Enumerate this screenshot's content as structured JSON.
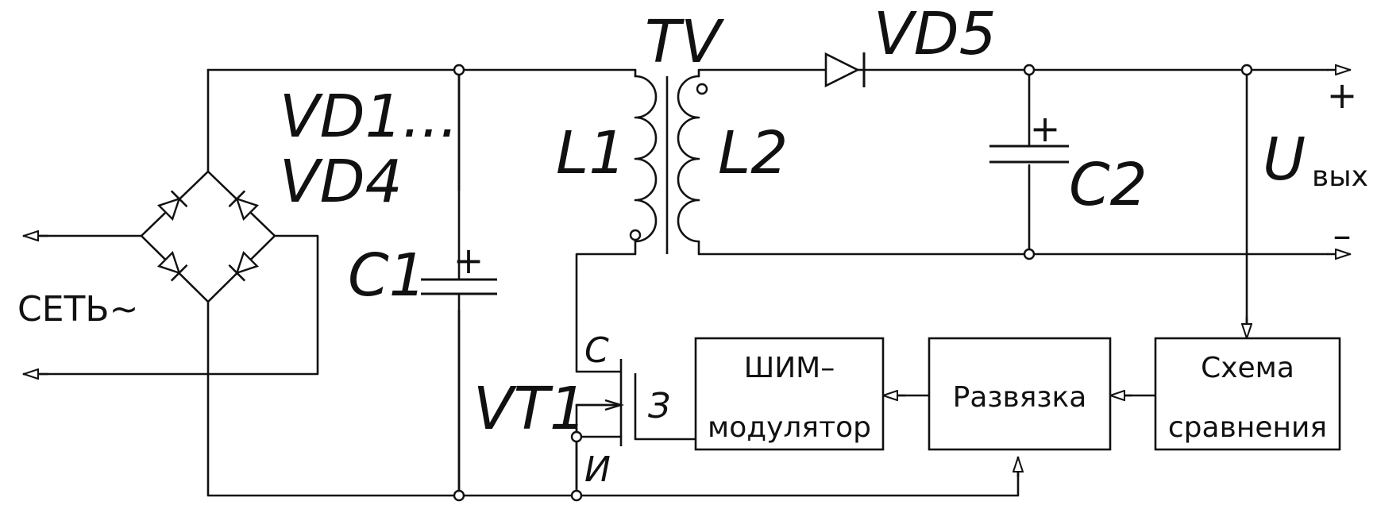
{
  "labels": {
    "vd1": "VD1...",
    "vd4": "VD4",
    "mains": "СЕТЬ~",
    "c1": "C1",
    "c1_plus": "+",
    "tv": "TV",
    "l1": "L1",
    "l2": "L2",
    "vd5": "VD5",
    "c2": "C2",
    "c2_plus": "+",
    "out_plus": "+",
    "out_minus": "–",
    "uout_main": "U",
    "uout_sub": "вых",
    "vt1": "VT1",
    "pin_c": "C",
    "pin_z": "З",
    "pin_u": "И"
  },
  "blocks": {
    "pwm": [
      "ШИМ–",
      "модулятор"
    ],
    "isolation": "Развязка",
    "comparator": [
      "Схема",
      "сравнения"
    ]
  }
}
